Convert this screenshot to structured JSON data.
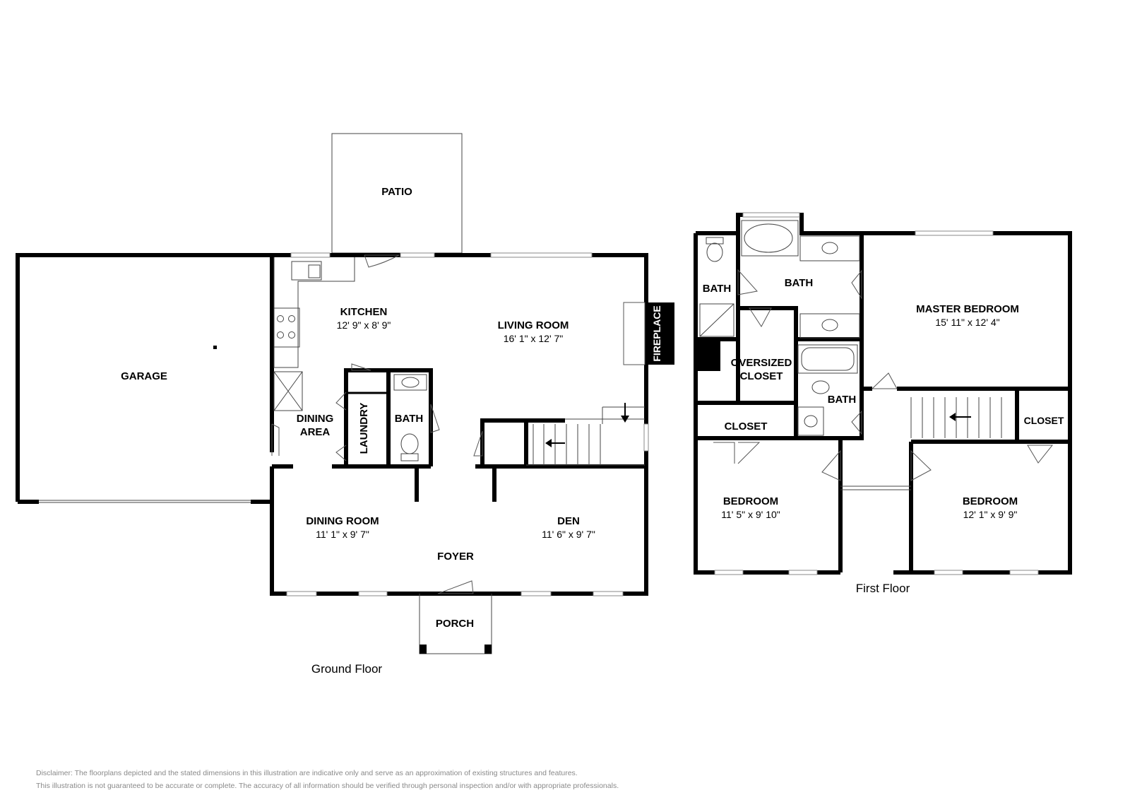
{
  "ground_floor": {
    "label": "Ground Floor",
    "rooms": {
      "patio": {
        "name": "PATIO"
      },
      "garage": {
        "name": "GARAGE"
      },
      "kitchen": {
        "name": "KITCHEN",
        "dims": "12' 9\" x 8' 9\""
      },
      "living_room": {
        "name": "LIVING ROOM",
        "dims": "16' 1\" x 12' 7\""
      },
      "fireplace": {
        "name": "FIREPLACE"
      },
      "dining_area": {
        "name_line1": "DINING",
        "name_line2": "AREA"
      },
      "laundry": {
        "name": "LAUNDRY"
      },
      "bath": {
        "name": "BATH"
      },
      "dining_room": {
        "name": "DINING ROOM",
        "dims": "11' 1\" x 9' 7\""
      },
      "den": {
        "name": "DEN",
        "dims": "11' 6\" x 9' 7\""
      },
      "foyer": {
        "name": "FOYER"
      },
      "porch": {
        "name": "PORCH"
      }
    }
  },
  "first_floor": {
    "label": "First Floor",
    "rooms": {
      "bath_small": {
        "name": "BATH"
      },
      "bath_master": {
        "name": "BATH"
      },
      "master_bedroom": {
        "name": "MASTER BEDROOM",
        "dims": "15' 11\" x 12' 4\""
      },
      "oversized_closet": {
        "name_line1": "OVERSIZED",
        "name_line2": "CLOSET"
      },
      "bath_hall": {
        "name": "BATH"
      },
      "closet_left": {
        "name": "CLOSET"
      },
      "closet_right": {
        "name": "CLOSET"
      },
      "bedroom_left": {
        "name": "BEDROOM",
        "dims": "11' 5\" x 9' 10\""
      },
      "bedroom_right": {
        "name": "BEDROOM",
        "dims": "12' 1\" x 9' 9\""
      }
    }
  },
  "disclaimer": {
    "line1": "Disclaimer: The floorplans depicted and the stated dimensions in this illustration are indicative only and serve as an approximation of existing structures and features.",
    "line2": "This illustration is not guaranteed to be accurate or complete. The accuracy of all information should be verified through personal inspection and/or with appropriate professionals."
  }
}
